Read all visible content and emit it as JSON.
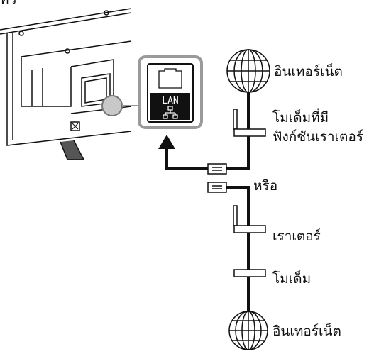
{
  "top_text": "ทีวี",
  "port": {
    "label": "LAN"
  },
  "labels": {
    "internet_top": "อินเทอร์เน็ต",
    "modem_router": "โมเด็มที่มี\nฟังก์ชันเราเตอร์",
    "or": "หรือ",
    "router": "เราเตอร์",
    "modem": "โมเด็ม",
    "internet_bottom": "อินเทอร์เน็ต"
  }
}
